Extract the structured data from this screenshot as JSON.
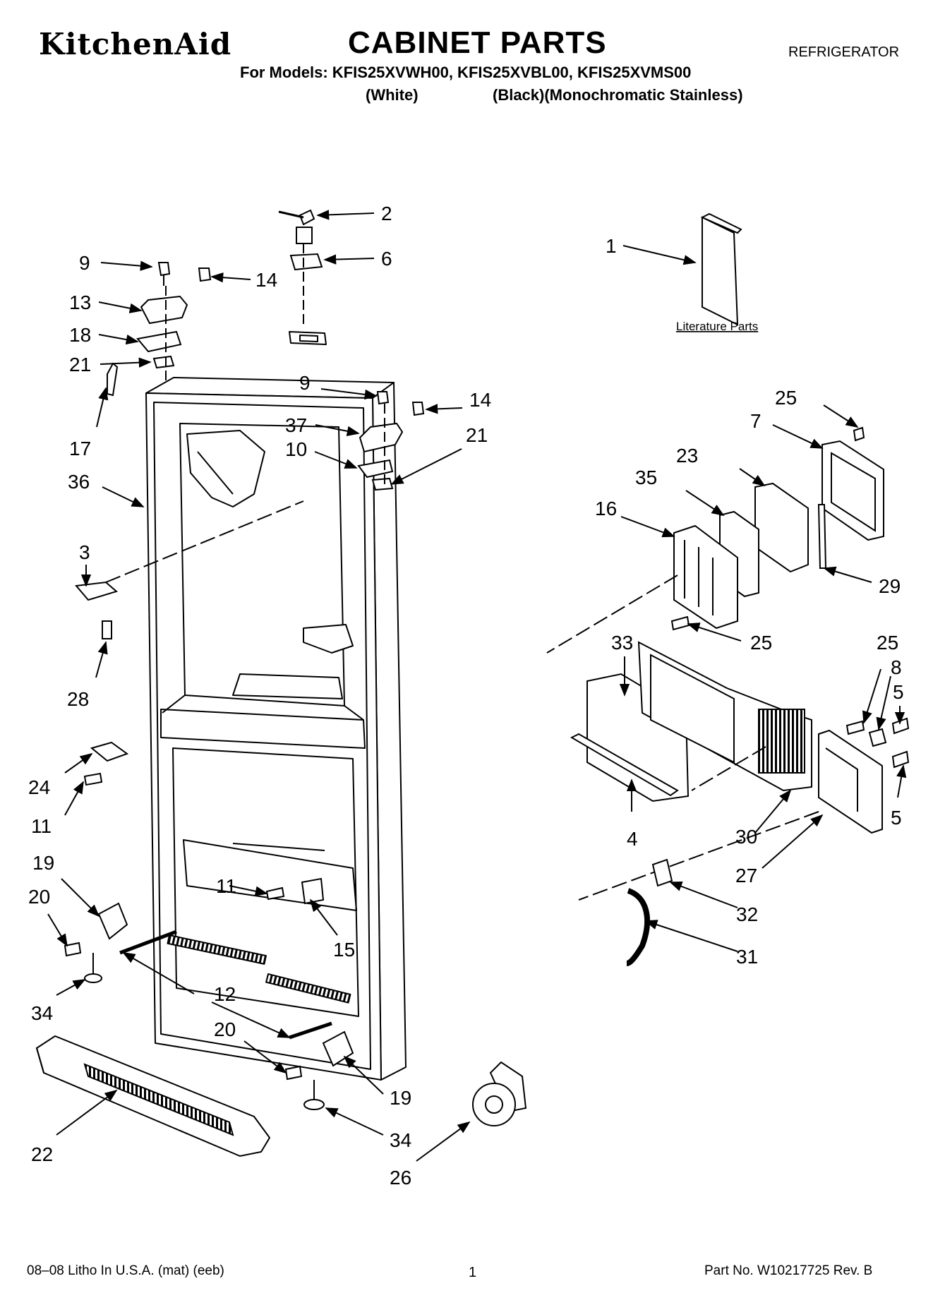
{
  "header": {
    "brand": "KitchenAid",
    "title": "CABINET PARTS",
    "category": "REFRIGERATOR",
    "models": "For Models: KFIS25XVWH00, KFIS25XVBL00, KFIS25XVMS00",
    "variant_white": "(White)",
    "variant_other": "(Black)(Monochromatic Stainless)"
  },
  "literature_label": "Literature Parts",
  "callouts": [
    {
      "label": "2"
    },
    {
      "label": "6"
    },
    {
      "label": "1"
    },
    {
      "label": "9"
    },
    {
      "label": "14"
    },
    {
      "label": "13"
    },
    {
      "label": "18"
    },
    {
      "label": "21"
    },
    {
      "label": "17"
    },
    {
      "label": "36"
    },
    {
      "label": "9"
    },
    {
      "label": "14"
    },
    {
      "label": "37"
    },
    {
      "label": "10"
    },
    {
      "label": "21"
    },
    {
      "label": "25"
    },
    {
      "label": "7"
    },
    {
      "label": "23"
    },
    {
      "label": "35"
    },
    {
      "label": "16"
    },
    {
      "label": "29"
    },
    {
      "label": "3"
    },
    {
      "label": "28"
    },
    {
      "label": "33"
    },
    {
      "label": "25"
    },
    {
      "label": "25"
    },
    {
      "label": "8"
    },
    {
      "label": "5"
    },
    {
      "label": "5"
    },
    {
      "label": "24"
    },
    {
      "label": "11"
    },
    {
      "label": "4"
    },
    {
      "label": "30"
    },
    {
      "label": "27"
    },
    {
      "label": "19"
    },
    {
      "label": "20"
    },
    {
      "label": "11"
    },
    {
      "label": "15"
    },
    {
      "label": "32"
    },
    {
      "label": "31"
    },
    {
      "label": "34"
    },
    {
      "label": "12"
    },
    {
      "label": "20"
    },
    {
      "label": "19"
    },
    {
      "label": "34"
    },
    {
      "label": "22"
    },
    {
      "label": "26"
    }
  ],
  "footer": {
    "left": "08–08 Litho In U.S.A. (mat) (eeb)",
    "page": "1",
    "part_no": "Part No. W10217725 Rev. B"
  }
}
